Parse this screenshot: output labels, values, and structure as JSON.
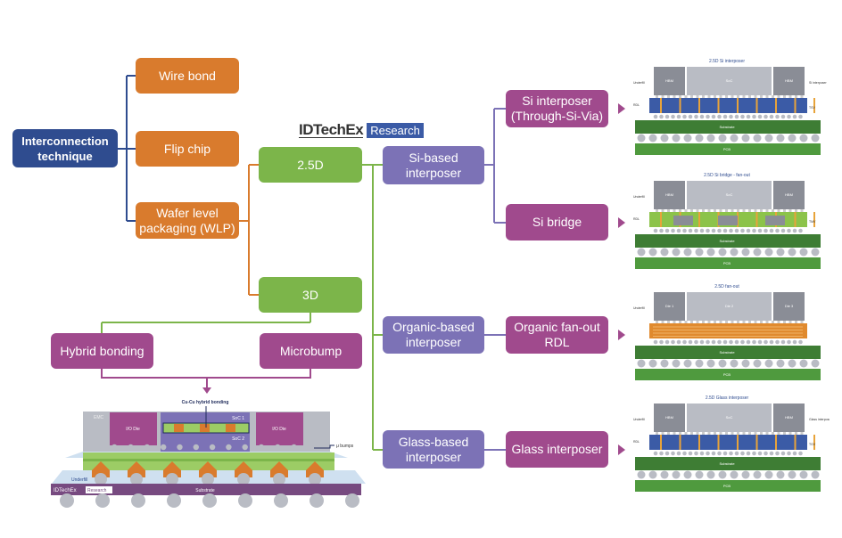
{
  "logo": {
    "brand": "IDTechEx",
    "tag": "Research"
  },
  "colors": {
    "navy": "#2f4c8f",
    "orange": "#d97b2d",
    "green": "#7cb54a",
    "violet": "#7c72b6",
    "magenta": "#a04a8d"
  },
  "nodes": {
    "root": "Interconnection technique",
    "wire_bond": "Wire bond",
    "flip_chip": "Flip chip",
    "wlp": "Wafer level packaging (WLP)",
    "d25": "2.5D",
    "d3": "3D",
    "si_based": "Si-based interposer",
    "organic_based": "Organic-based interposer",
    "glass_based": "Glass-based interposer",
    "si_interposer": "Si interposer (Through-Si-Via)",
    "si_bridge": "Si bridge",
    "organic_fanout": "Organic fan-out RDL",
    "glass_interposer": "Glass interposer",
    "hybrid_bonding": "Hybrid bonding",
    "microbump": "Microbump"
  },
  "hybrid_figure": {
    "callout": "Cu-Cu hybrid bonding",
    "emc": "EMC",
    "io_die": "I/O Die",
    "soc1": "SoC 1",
    "soc2": "SoC 2",
    "ubumps": "μ bumps",
    "underfill": "Underfill",
    "substrate": "Substrate",
    "logo_brand": "IDTechEx",
    "logo_tag": "Research"
  },
  "figures": [
    {
      "title": "2.5D Si interposer",
      "chips": [
        "HBM",
        "SoC",
        "HBM"
      ],
      "layer": "blue",
      "left_labels": [
        "Underfill",
        "RDL"
      ],
      "right_labels": [
        "Si interposer",
        "TSV"
      ],
      "substrate": "Substrate",
      "pcb": "PCB"
    },
    {
      "title": "2.5D Si bridge - fan-out",
      "chips": [
        "HBM",
        "SoC",
        "HBM"
      ],
      "layer": "bridge",
      "left_labels": [
        "Underfill",
        "RDL"
      ],
      "right_labels": [
        "",
        "TMV"
      ],
      "substrate": "Substrate",
      "pcb": "PCB"
    },
    {
      "title": "2.5D fan-out",
      "chips": [
        "Die 1",
        "Die 2",
        "Die 3"
      ],
      "layer": "orange",
      "left_labels": [
        "Underfill",
        ""
      ],
      "right_labels": [
        "",
        ""
      ],
      "substrate": "Substrate",
      "pcb": "PCB"
    },
    {
      "title": "2.5D Glass interposer",
      "chips": [
        "HBM",
        "SoC",
        "HBM"
      ],
      "layer": "blue",
      "left_labels": [
        "Underfill",
        "RDL"
      ],
      "right_labels": [
        "Glass interposer",
        "TGV"
      ],
      "substrate": "Substrate",
      "pcb": "PCB"
    }
  ]
}
